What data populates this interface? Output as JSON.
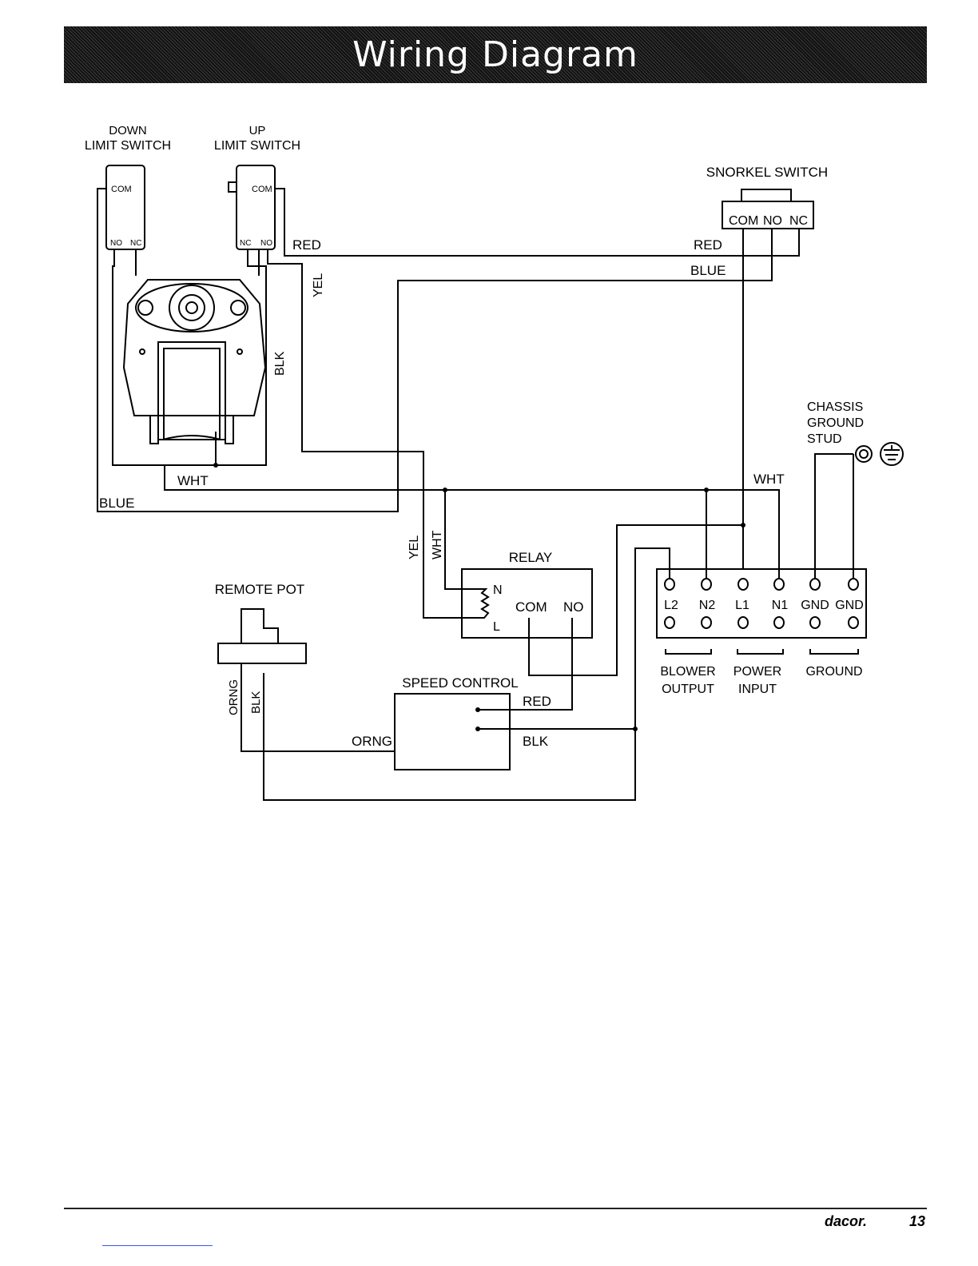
{
  "title": "Wiring Diagram",
  "labels": {
    "down_limit_1": "DOWN",
    "down_limit_2": "LIMIT SWITCH",
    "up_limit_1": "UP",
    "up_limit_2": "LIMIT SWITCH",
    "snorkel_switch": "SNORKEL SWITCH",
    "com": "COM",
    "no": "NO",
    "nc": "NC",
    "chassis_1": "CHASSIS",
    "chassis_2": "GROUND",
    "chassis_3": "STUD",
    "relay": "RELAY",
    "relay_n": "N",
    "relay_l": "L",
    "relay_com": "COM",
    "relay_no": "NO",
    "remote_pot": "REMOTE POT",
    "speed_control": "SPEED CONTROL",
    "blower_output_1": "BLOWER",
    "blower_output_2": "OUTPUT",
    "power_input_1": "POWER",
    "power_input_2": "INPUT",
    "ground": "GROUND"
  },
  "wires": {
    "red": "RED",
    "blue": "BLUE",
    "yel": "YEL",
    "blk": "BLK",
    "wht": "WHT",
    "orng": "ORNG"
  },
  "terminals": [
    "L2",
    "N2",
    "L1",
    "N1",
    "GND",
    "GND"
  ],
  "footer": {
    "brand": "dacor.",
    "page": "13"
  }
}
